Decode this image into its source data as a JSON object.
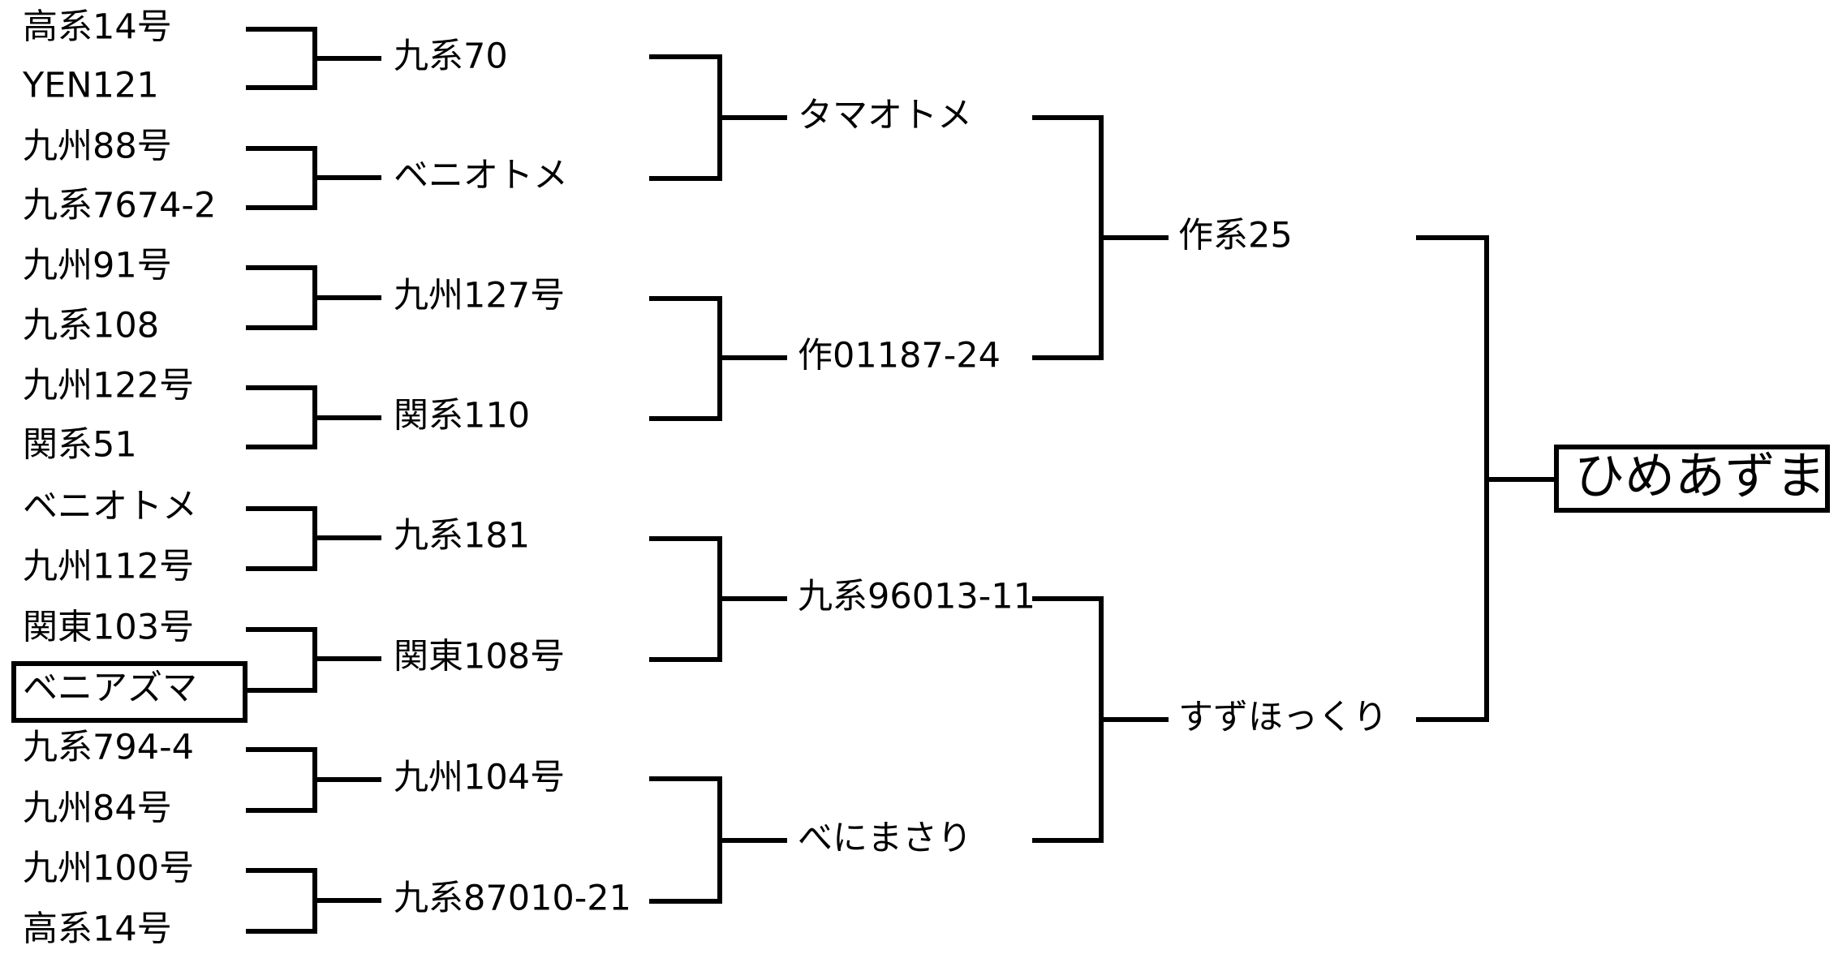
{
  "result": "ひめあずま",
  "parents": {
    "seed_parent": "作系25",
    "pollen_parent": "すずほっくり"
  },
  "grandparents": [
    "タマオトメ",
    "作01187-24",
    "九系96013-11",
    "べにまさり"
  ],
  "great_grandparents": [
    "九系70",
    "ベニオトメ",
    "九州127号",
    "関系110",
    "九系181",
    "関東108号",
    "九州104号",
    "九系87010-21"
  ],
  "great_great_grandparents": [
    "高系14号",
    "YEN121",
    "九州88号",
    "九系7674-2",
    "九州91号",
    "九系108",
    "九州122号",
    "関系51",
    "ベニオトメ",
    "九州112号",
    "関東103号",
    "ベニアズマ",
    "九系794-4",
    "九州84号",
    "九州100号",
    "高系14号"
  ],
  "highlighted": [
    "ベニアズマ",
    "ひめあずま"
  ]
}
